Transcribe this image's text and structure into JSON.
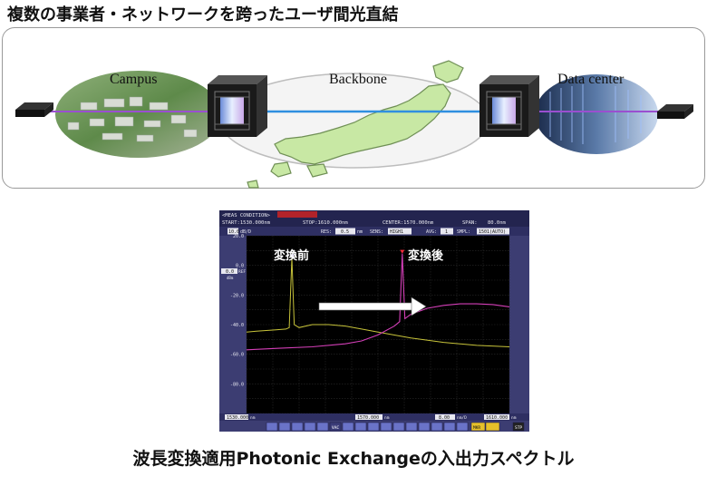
{
  "title": "複数の事業者・ネットワークを跨ったユーザ間光直結",
  "caption": "波長変換適用Photonic Exchangeの入出力スペクトル",
  "network": {
    "campus_label": "Campus",
    "backbone_label": "Backbone",
    "datacenter_label": "Data center"
  },
  "osa": {
    "status_bar": {
      "meas_label": "<MEAS CONDITION>",
      "start": "START:1530.000nm",
      "stop": "STOP:1610.000nm",
      "center": "CENTER:1570.000nm",
      "span": "SPAN:",
      "span_value": "80.0nm"
    },
    "settings_bar": {
      "scale_value": "10.0",
      "scale_unit": "dB/D",
      "res_label": "RES:",
      "res_value": "0.5",
      "res_unit": "nm",
      "sens_label": "SENS:",
      "sens_value": "HIGH1",
      "avg_label": "AVG:",
      "avg_value": "1",
      "smpl_label": "SMPL:",
      "smpl_value": "1501(AUTO)"
    },
    "ref_label": "REF",
    "ref_value": "0.0",
    "ref_unit": "dBm",
    "label_before": "変換前",
    "label_after": "変換後",
    "bottom_bar": {
      "start_readout": "1530.000",
      "start_unit": "nm",
      "center_readout": "1570.000",
      "center_unit": "nm",
      "scale_readout": "8.00",
      "scale_unit": "nm/D",
      "stop_readout": "1610.000",
      "stop_unit": "nm"
    },
    "buttons": {
      "vac": "VAC",
      "mkr": "MKR",
      "stp": "STP"
    }
  },
  "colors": {
    "osa_frame": "#3c3d72",
    "plot_bg": "#000000",
    "trace_before": "#c8c43a",
    "trace_after": "#d43fb8",
    "backbone_fiber": "#2f8fe0",
    "user_fiber": "#9a4fd0"
  },
  "chart_data": {
    "type": "line",
    "xlim": [
      1530,
      1610
    ],
    "ylim": [
      -100,
      20
    ],
    "y_ticks": [
      "20.0",
      "0.0",
      "-20.0",
      "-40.0",
      "-60.0",
      "-80.0"
    ],
    "grid": true,
    "series": [
      {
        "name": "変換前",
        "x": [
          1530,
          1533,
          1536,
          1539,
          1542,
          1543,
          1543.8,
          1544.5,
          1545.2,
          1546,
          1550,
          1555,
          1560,
          1565,
          1570,
          1580,
          1590,
          1600,
          1610
        ],
        "y": [
          -45,
          -44.5,
          -44,
          -43.5,
          -43,
          -42,
          5,
          -40,
          -41,
          -42,
          -40,
          -40,
          -41,
          -43,
          -45,
          -49,
          -52,
          -54,
          -55
        ]
      },
      {
        "name": "変換後",
        "x": [
          1530,
          1540,
          1550,
          1560,
          1565,
          1570,
          1575,
          1576.6,
          1577.4,
          1578.2,
          1580,
          1585,
          1590,
          1595,
          1600,
          1605,
          1610
        ],
        "y": [
          -57,
          -56,
          -55,
          -53,
          -51,
          -47,
          -41,
          -38,
          8,
          -36,
          -33,
          -29,
          -27,
          -26,
          -26,
          -26.5,
          -28
        ]
      }
    ]
  }
}
